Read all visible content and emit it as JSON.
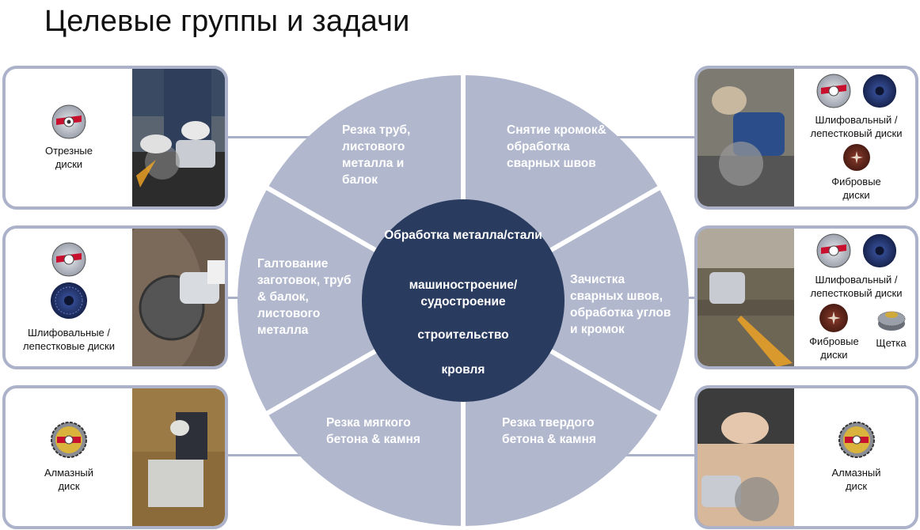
{
  "title": "Целевые группы и задачи",
  "center": {
    "lines": [
      "Обработка металла/стали",
      "машиностроение/ судостроение",
      "строительство",
      "кровля"
    ]
  },
  "sectors": [
    {
      "id": "top-left",
      "text": "Резка труб, листового металла и балок"
    },
    {
      "id": "top-right",
      "text": "Снятие кромок& обработка сварных швов"
    },
    {
      "id": "mid-left",
      "text": "Галтование заготовок, труб & балок, листового металла"
    },
    {
      "id": "mid-right",
      "text": "Зачистка сварных швов, обработка углов и кромок"
    },
    {
      "id": "bottom-left",
      "text": "Резка мягкого бетона & камня"
    },
    {
      "id": "bottom-right",
      "text": "Резка твердого бетона & камня"
    }
  ],
  "cards": {
    "left_top": {
      "label": "Отрезные диски"
    },
    "left_mid": {
      "label": "Шлифовальные / лепестковые диски"
    },
    "left_bottom": {
      "label": "Алмазный диск"
    },
    "right_top": {
      "label1": "Шлифовальный / лепестковый диски",
      "label2": "Фибровые диски"
    },
    "right_mid": {
      "label1": "Шлифовальный / лепестковый диски",
      "label2": "Фибровые диски",
      "label3": "Щетка"
    },
    "right_bottom": {
      "label": "Алмазный диск"
    }
  },
  "colors": {
    "wheel": "#b1b7cd",
    "center": "#2a3b60",
    "border": "#abb2c9"
  }
}
